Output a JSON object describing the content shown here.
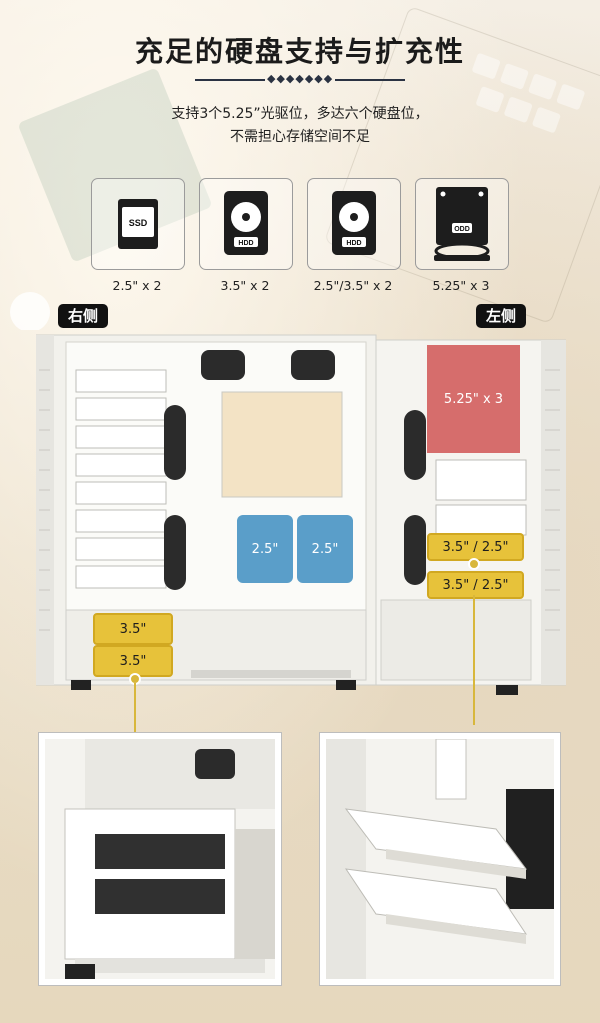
{
  "header": {
    "title": "充足的硬盘支持与扩充性",
    "subtitle_line1": "支持3个5.25”光驱位，多达六个硬盘位，",
    "subtitle_line2": "不需担心存储空间不足"
  },
  "drive_types": [
    {
      "icon_label": "SSD",
      "caption": "2.5\" x 2"
    },
    {
      "icon_label": "HDD",
      "caption": "3.5\" x 2"
    },
    {
      "icon_label": "HDD",
      "caption": "2.5\"/3.5\" x 2"
    },
    {
      "icon_label": "ODD",
      "caption": "5.25\" x 3"
    }
  ],
  "views": {
    "right_side": "右侧",
    "left_side": "左侧"
  },
  "highlights": {
    "optical": "5.25\" x 3",
    "ssd_a": "2.5\"",
    "ssd_b": "2.5\"",
    "hdd_a": "3.5\"",
    "hdd_b": "3.5\"",
    "combo_a": "3.5\" / 2.5\"",
    "combo_b": "3.5\" / 2.5\""
  },
  "colors": {
    "optical_highlight": "#cd4646",
    "ssd_highlight": "#5a9ec9",
    "hdd_highlight": "#e7c23a"
  }
}
